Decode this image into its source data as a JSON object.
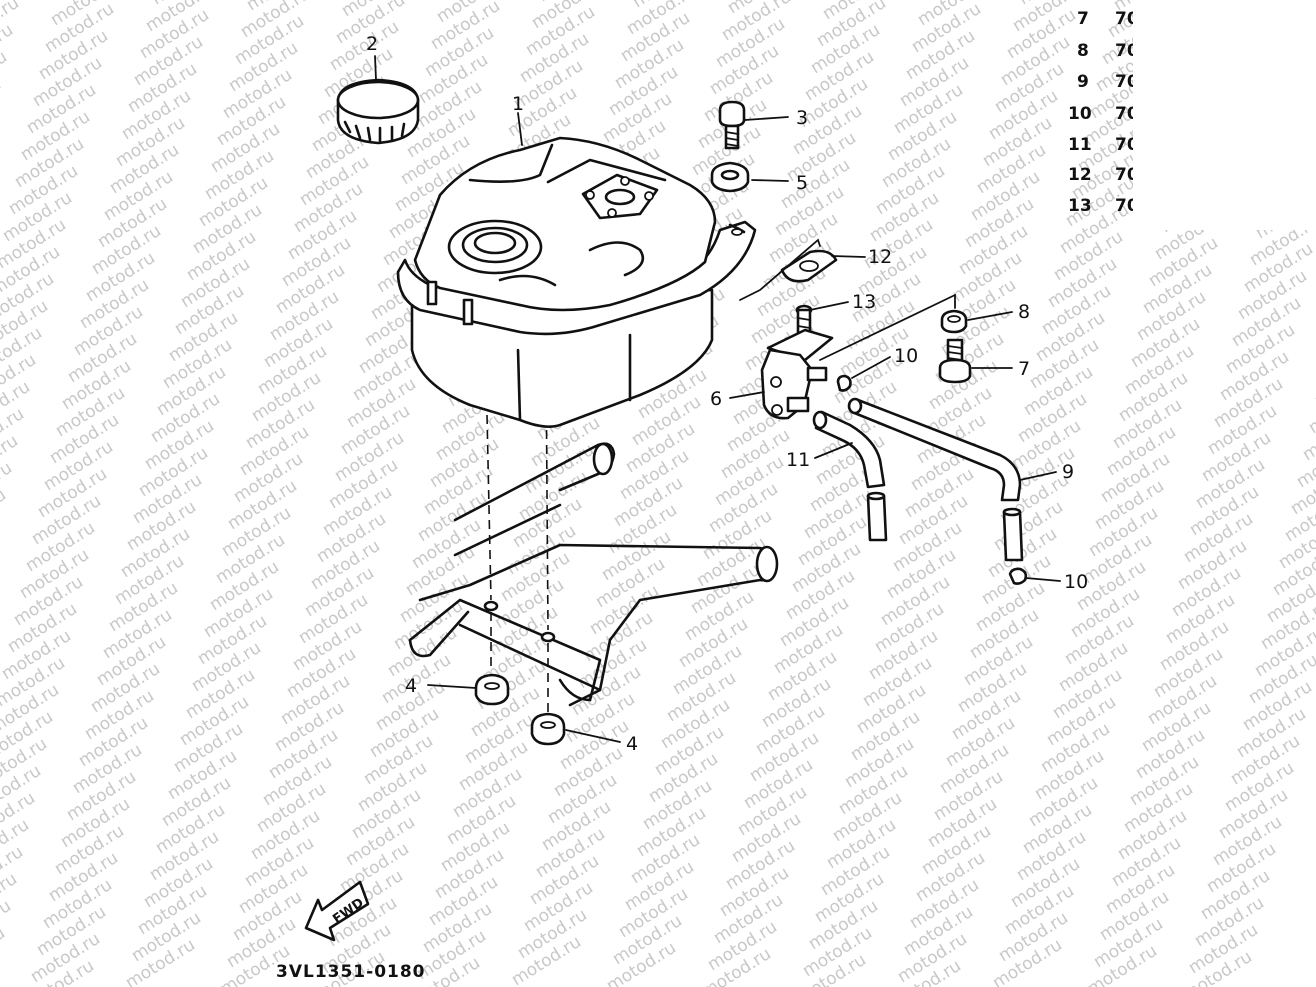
{
  "watermark": "motod.ru",
  "part_list": [
    {
      "num": "7",
      "code": "70"
    },
    {
      "num": "8",
      "code": "70"
    },
    {
      "num": "9",
      "code": "70"
    },
    {
      "num": "10",
      "code": "70"
    },
    {
      "num": "11",
      "code": "70"
    },
    {
      "num": "12",
      "code": "70"
    },
    {
      "num": "13",
      "code": "70"
    }
  ],
  "callouts": {
    "c1": "1",
    "c2": "2",
    "c3": "3",
    "c4a": "4",
    "c4b": "4",
    "c5": "5",
    "c6": "6",
    "c7": "7",
    "c8": "8",
    "c9": "9",
    "c10a": "10",
    "c10b": "10",
    "c11": "11",
    "c12": "12",
    "c13": "13"
  },
  "fwd_label": "FWD",
  "diagram_code": "3VL1351-0180"
}
